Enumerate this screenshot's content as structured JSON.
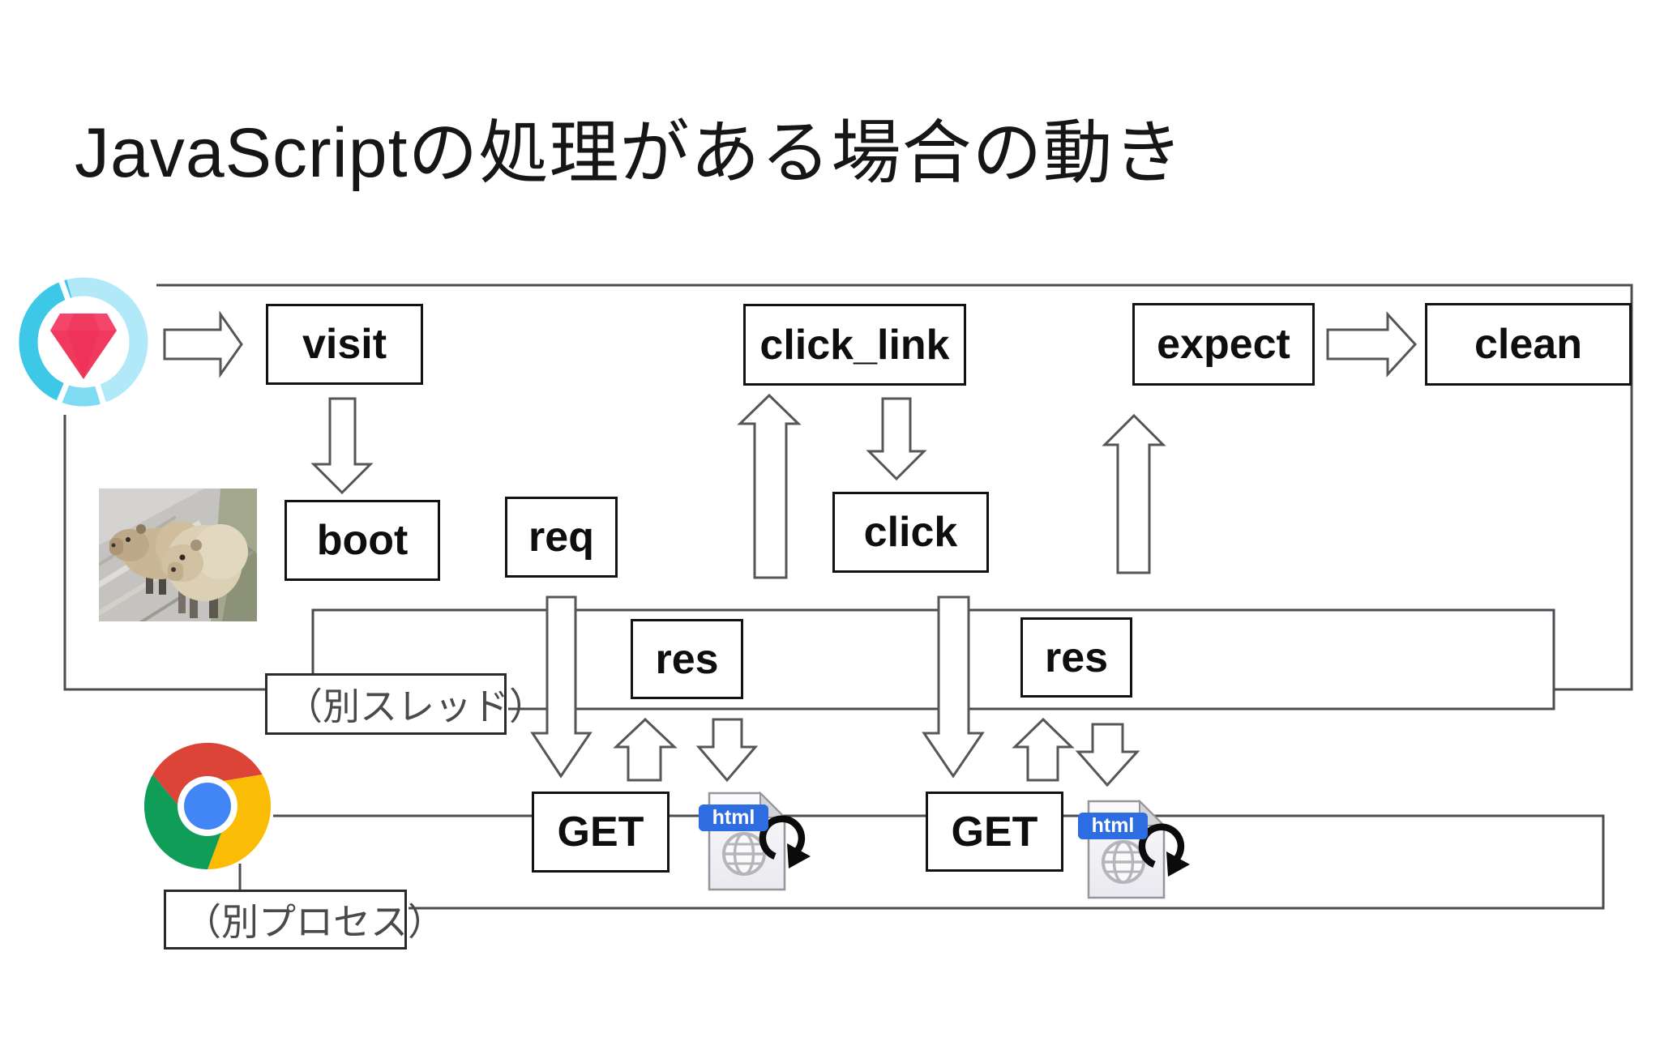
{
  "slide": {
    "title": "JavaScriptの処理がある場合の動き"
  },
  "diagram": {
    "test_side": {
      "visit": "visit",
      "boot": "boot",
      "req": "req",
      "click_link": "click_link",
      "click": "click",
      "expect": "expect",
      "clean": "clean"
    },
    "thread_lane": {
      "label": "（別スレッド）",
      "res1": "res",
      "res2": "res"
    },
    "browser_lane": {
      "label": "（別プロセス）",
      "get1": "GET",
      "get2": "GET"
    },
    "icons": {
      "test_logo": "ruby-gem-cycle-icon",
      "browser_logo": "chrome-icon",
      "capybara_photo": "capybara-photo",
      "html_file": "html-file-icon",
      "html_badge": "html",
      "globe": "globe-icon",
      "reload": "reload-icon"
    },
    "colors": {
      "structure_line": "#4b4b52",
      "arrow_stroke": "#55555a",
      "box_border": "#121212",
      "lane_label_text": "#4a4a4a",
      "html_badge_blue": "#2e6ce1",
      "gem_red": "#f1395e",
      "ring_cyan": "#3ec8e8",
      "chrome_red": "#db4437",
      "chrome_green": "#0f9d58",
      "chrome_yellow": "#fbbc05",
      "chrome_blue": "#4285f4"
    }
  }
}
